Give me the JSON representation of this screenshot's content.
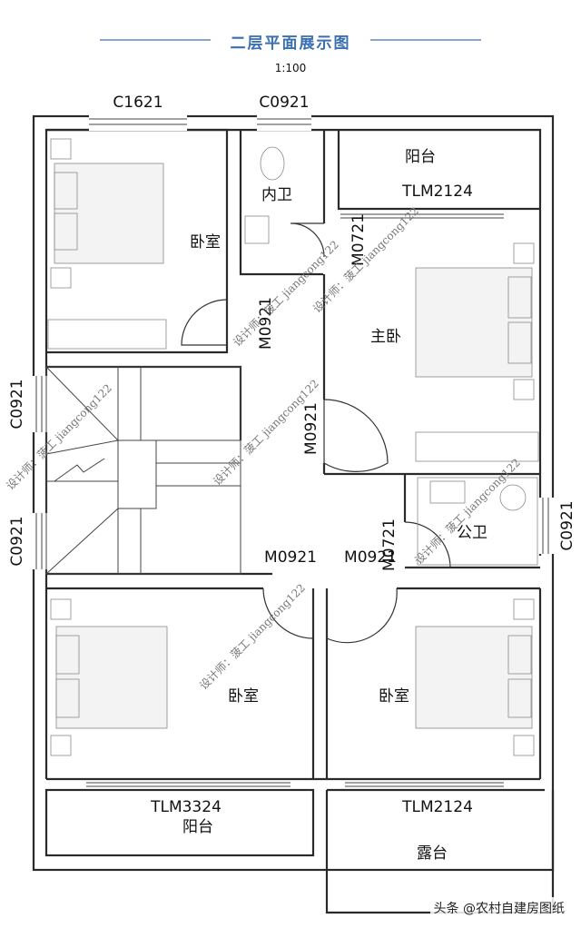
{
  "title": "二层平面展示图",
  "scale": "1:100",
  "windows": {
    "c1621": "C1621",
    "c0921_top": "C0921",
    "c0921_left_upper": "C0921",
    "c0921_left_lower": "C0921",
    "c0921_right": "C0921"
  },
  "doors": {
    "m0721_master": "M0721",
    "m0921_bedroom": "M0921",
    "m0921_master": "M0921",
    "m0921_lower_left": "M0921",
    "m0921_lower_right": "M0921",
    "m0721_public": "M0721"
  },
  "sliding_doors": {
    "tlm2124_upper": "TLM2124",
    "tlm3324": "TLM3324",
    "tlm2124_lower": "TLM2124"
  },
  "rooms": {
    "bedroom_nw": "卧室",
    "ensuite_bath": "内卫",
    "balcony_ne": "阳台",
    "master_bedroom": "主卧",
    "public_bath": "公卫",
    "bedroom_sw": "卧室",
    "bedroom_se": "卧室",
    "balcony_s": "阳台",
    "terrace": "露台"
  },
  "watermarks": [
    "设计师：菠工 jiangcong122",
    "设计师：菠工 jiangcong122",
    "设计师：菠工 jiangcong122",
    "设计师：菠工 jiangcong122",
    "设计师：菠工 jiangcong122",
    "设计师：菠工 jiangcong122"
  ],
  "credit": "头条 @农村自建房图纸",
  "colors": {
    "title": "#3a6fb0",
    "wall": "#2a2a2a"
  }
}
